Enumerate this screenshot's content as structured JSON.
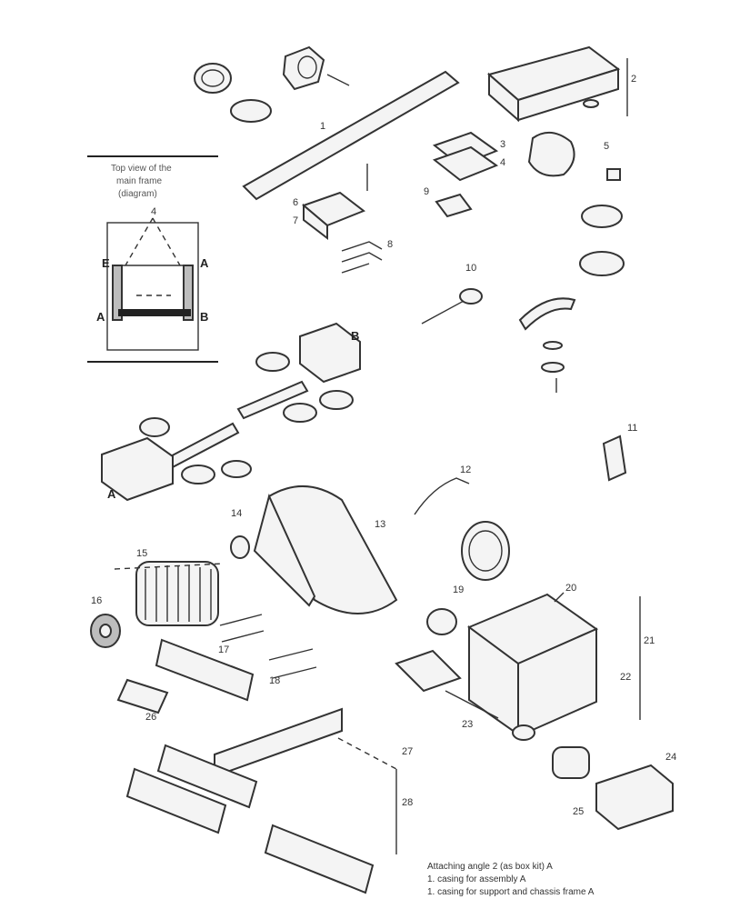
{
  "inset": {
    "caption_lines": [
      "Top view of the",
      "main frame",
      "(diagram)"
    ],
    "labels": {
      "a_top_left": "E",
      "a_top_right": "A",
      "b_left": "A",
      "b_right": "B",
      "arrow_mark": "4"
    }
  },
  "callouts": {
    "c1": "1",
    "c2": "2",
    "c3": "3",
    "c4": "4",
    "c5": "5",
    "c6": "6",
    "c7": "7",
    "c8": "8",
    "c9": "9",
    "c10": "10",
    "c11": "11",
    "c12": "12",
    "c13": "13",
    "c14": "14",
    "c15": "15",
    "c16": "16",
    "c17": "17",
    "c18": "18",
    "c19": "19",
    "c20": "20",
    "c21": "21",
    "c22": "22",
    "c23": "23",
    "c24": "24",
    "c25": "25",
    "c26": "26",
    "c27": "27",
    "c28": "28"
  },
  "group_labels": {
    "A": "A",
    "B": "B"
  },
  "legend": [
    "Attaching angle 2 (as box kit) A",
    "1. casing for assembly A",
    "1. casing for support and chassis frame A"
  ]
}
